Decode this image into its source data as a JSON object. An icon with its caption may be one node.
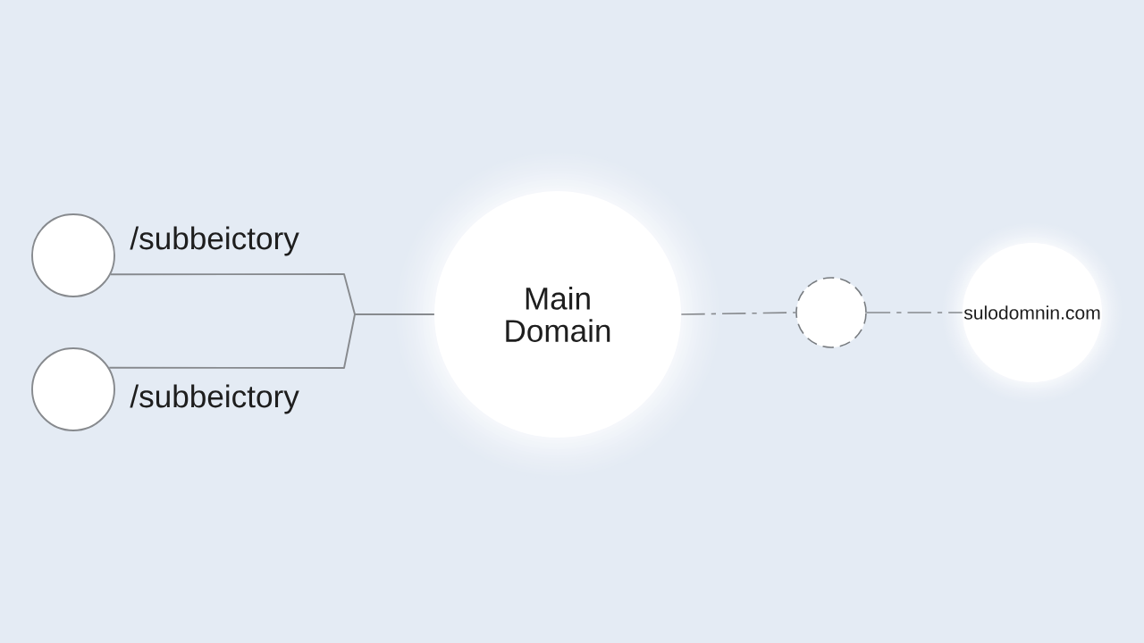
{
  "diagram": {
    "nodes": [
      {
        "text": [],
        "shape": "circle",
        "beside": [
          "/subbeictory"
        ]
      },
      {
        "text": [],
        "shape": "circle",
        "beside": [
          "/subbeictory"
        ]
      },
      {
        "text": [
          "Main Domain"
        ]
      },
      {
        "text": [],
        "shape": "circle"
      },
      {
        "text": [
          "sulodomnin.com"
        ]
      }
    ],
    "edges": [
      {
        "from": 0,
        "to": 2,
        "arrow": "none"
      },
      {
        "from": 1,
        "to": 2,
        "arrow": "none"
      },
      {
        "from": 2,
        "to": 3,
        "arrow": "none",
        "style": "dashed"
      },
      {
        "from": 3,
        "to": 4,
        "arrow": "none",
        "style": "dashed"
      }
    ]
  }
}
